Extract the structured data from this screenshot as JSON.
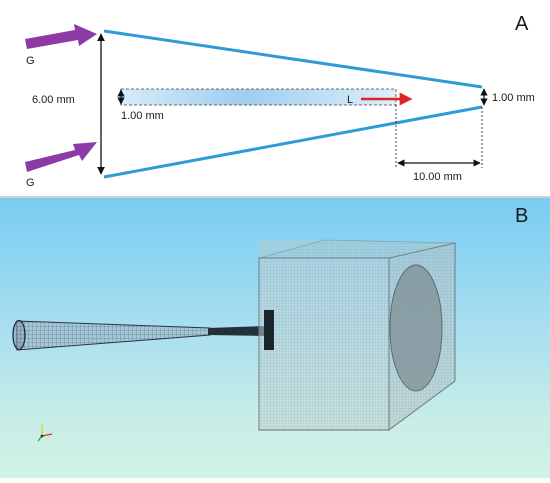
{
  "panel_a": {
    "letter": "A",
    "labels": {
      "gas_top": "G",
      "gas_bottom": "G",
      "liquid": "L",
      "inlet_height": "6.00 mm",
      "channel_height": "1.00 mm",
      "outlet_height": "1.00 mm",
      "outlet_length": "10.00 mm"
    },
    "colors": {
      "nozzle_outline": "#2e9bd6",
      "gas_arrow": "#8e3aa6",
      "liquid_arrow": "#e02424",
      "channel_fill": "#bfe0f5"
    }
  },
  "panel_b": {
    "letter": "B",
    "colors": {
      "mesh_cone": "#3a4a55",
      "mesh_box": "#9aa9b1",
      "outlet_disc": "#7f8f96"
    }
  }
}
